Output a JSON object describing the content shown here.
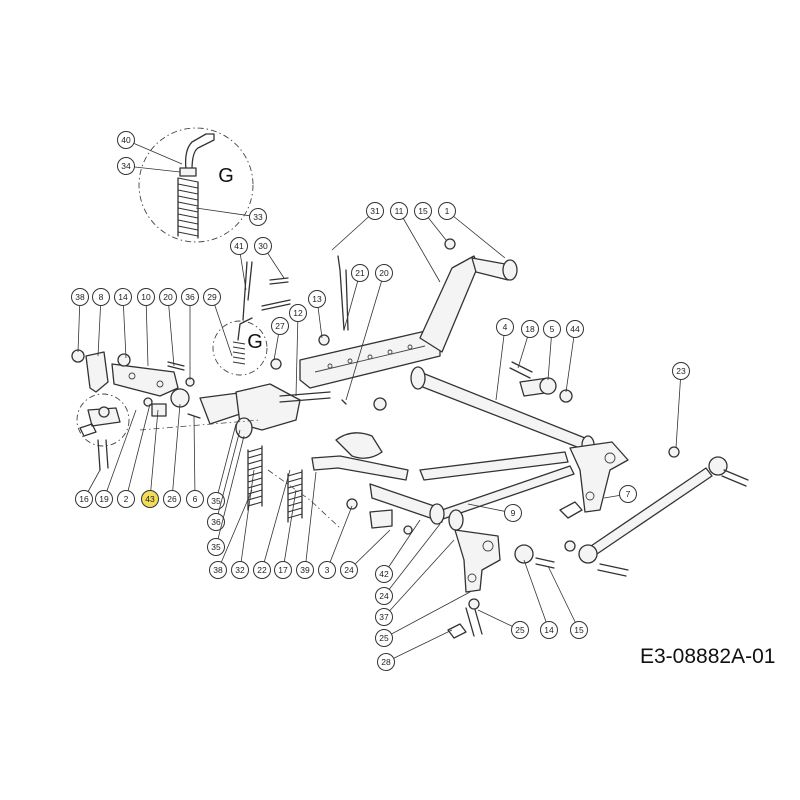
{
  "drawing_code": "E3-08882A-01",
  "detail_letter": "G",
  "highlight_color": "#f3dc5a",
  "callouts": [
    {
      "label": "40",
      "highlight": false
    },
    {
      "label": "34",
      "highlight": false
    },
    {
      "label": "33",
      "highlight": false
    },
    {
      "label": "41",
      "highlight": false
    },
    {
      "label": "30",
      "highlight": false
    },
    {
      "label": "31",
      "highlight": false
    },
    {
      "label": "11",
      "highlight": false
    },
    {
      "label": "15",
      "highlight": false
    },
    {
      "label": "1",
      "highlight": false
    },
    {
      "label": "21",
      "highlight": false
    },
    {
      "label": "20",
      "highlight": false
    },
    {
      "label": "38",
      "highlight": false
    },
    {
      "label": "8",
      "highlight": false
    },
    {
      "label": "14",
      "highlight": false
    },
    {
      "label": "10",
      "highlight": false
    },
    {
      "label": "20",
      "highlight": false
    },
    {
      "label": "36",
      "highlight": false
    },
    {
      "label": "29",
      "highlight": false
    },
    {
      "label": "27",
      "highlight": false
    },
    {
      "label": "12",
      "highlight": false
    },
    {
      "label": "13",
      "highlight": false
    },
    {
      "label": "4",
      "highlight": false
    },
    {
      "label": "18",
      "highlight": false
    },
    {
      "label": "5",
      "highlight": false
    },
    {
      "label": "44",
      "highlight": false
    },
    {
      "label": "23",
      "highlight": false
    },
    {
      "label": "16",
      "highlight": false
    },
    {
      "label": "19",
      "highlight": false
    },
    {
      "label": "2",
      "highlight": false
    },
    {
      "label": "43",
      "highlight": true
    },
    {
      "label": "26",
      "highlight": false
    },
    {
      "label": "6",
      "highlight": false
    },
    {
      "label": "35",
      "highlight": false
    },
    {
      "label": "36",
      "highlight": false
    },
    {
      "label": "35",
      "highlight": false
    },
    {
      "label": "7",
      "highlight": false
    },
    {
      "label": "9",
      "highlight": false
    },
    {
      "label": "38",
      "highlight": false
    },
    {
      "label": "32",
      "highlight": false
    },
    {
      "label": "22",
      "highlight": false
    },
    {
      "label": "17",
      "highlight": false
    },
    {
      "label": "39",
      "highlight": false
    },
    {
      "label": "3",
      "highlight": false
    },
    {
      "label": "24",
      "highlight": false
    },
    {
      "label": "42",
      "highlight": false
    },
    {
      "label": "24",
      "highlight": false
    },
    {
      "label": "37",
      "highlight": false
    },
    {
      "label": "25",
      "highlight": false
    },
    {
      "label": "25",
      "highlight": false
    },
    {
      "label": "14",
      "highlight": false
    },
    {
      "label": "15",
      "highlight": false
    },
    {
      "label": "28",
      "highlight": false
    }
  ]
}
